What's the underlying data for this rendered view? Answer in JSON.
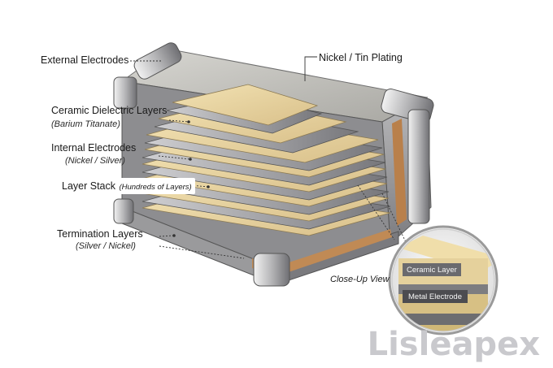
{
  "labels": {
    "external_electrodes": "External Electrodes",
    "plating": "Nickel / Tin Plating",
    "dielectric": "Ceramic Dielectric Layers",
    "dielectric_sub": "(Barium Titanate)",
    "internal": "Internal Electrodes",
    "internal_sub": "(Nickel / Silver)",
    "stack": "Layer Stack",
    "stack_sub": "(Hundreds of Layers)",
    "termination": "Termination Layers",
    "termination_sub": "(Silver / Nickel)",
    "closeup": "Close-Up View",
    "closeup_ceramic": "Ceramic Layer",
    "closeup_metal": "Metal Electrode"
  },
  "brand": "Lisleapex",
  "colors": {
    "ceramic": "#e9d6a0",
    "metal": "#8e8e92",
    "copper": "#b9804b",
    "steel": "#a9a9ab"
  }
}
